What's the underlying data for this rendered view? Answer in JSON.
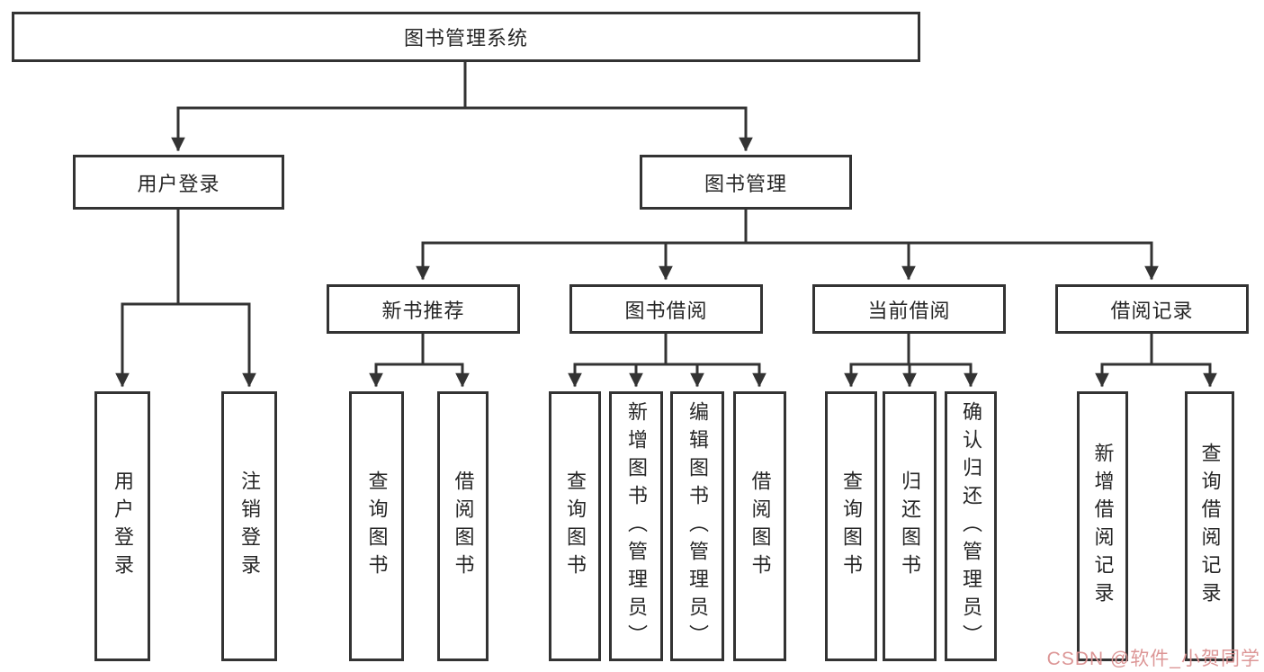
{
  "style": {
    "line_color": "#333333",
    "box_background": "#ffffff",
    "text_color": "#262626"
  },
  "root": {
    "label": "图书管理系统"
  },
  "user_login": {
    "label": "用户登录",
    "children": [
      {
        "label": "用户登录"
      },
      {
        "label": "注销登录"
      }
    ]
  },
  "book_mgmt": {
    "label": "图书管理",
    "sections": [
      {
        "label": "新书推荐",
        "children": [
          {
            "label": "查询图书"
          },
          {
            "label": "借阅图书"
          }
        ]
      },
      {
        "label": "图书借阅",
        "children": [
          {
            "label": "查询图书"
          },
          {
            "label": "新增图书（管理员）"
          },
          {
            "label": "编辑图书（管理员）"
          },
          {
            "label": "借阅图书"
          }
        ]
      },
      {
        "label": "当前借阅",
        "children": [
          {
            "label": "查询图书"
          },
          {
            "label": "归还图书"
          },
          {
            "label": "确认归还（管理员）"
          }
        ]
      },
      {
        "label": "借阅记录",
        "children": [
          {
            "label": "新增借阅记录"
          },
          {
            "label": "查询借阅记录"
          }
        ]
      }
    ]
  },
  "watermark": {
    "text": "CSDN @软件_小贺同学",
    "color": "#db9191"
  }
}
